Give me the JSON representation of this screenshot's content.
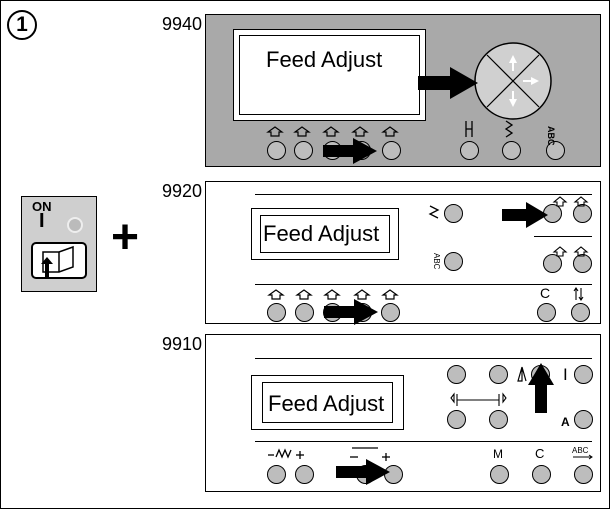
{
  "step": {
    "number": "1"
  },
  "power": {
    "label": "ON",
    "mark": "I"
  },
  "plus_sign": "+",
  "models": [
    {
      "name": "9940",
      "display": "Feed Adjust"
    },
    {
      "name": "9920",
      "display": "Feed Adjust"
    },
    {
      "name": "9910",
      "display": "Feed Adjust"
    }
  ],
  "keys_9920": {
    "c": "C"
  },
  "keys_9910": {
    "m": "M",
    "c": "C",
    "a": "A",
    "i": "I"
  },
  "colors": {
    "panel_gray": "#a9a9a9",
    "button_gray": "#bdbdbd",
    "switch_box": "#cfcfcf"
  }
}
